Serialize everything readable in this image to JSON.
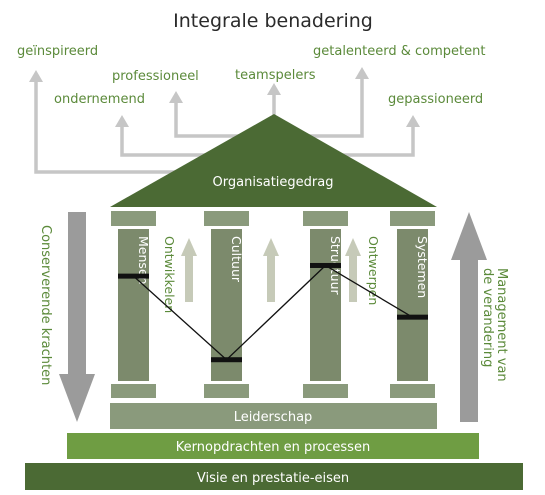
{
  "title": "Integrale benadering",
  "qualities": {
    "geinspireerd": "geïnspireerd",
    "professioneel": "professioneel",
    "ondernemend": "ondernemend",
    "teamspelers": "teamspelers",
    "getalenteerd": "getalenteerd & competent",
    "gepassioneerd": "gepassioneerd"
  },
  "roof_label": "Organisatiegedrag",
  "columns": [
    "Mensen",
    "Cultuur",
    "Structuur",
    "Systemen"
  ],
  "between_labels": {
    "ontwikkelen": "Ontwikkelen",
    "ontwerpen": "Ontwerpen"
  },
  "left_arrow_label": "Conserverende krachten",
  "right_arrow_label_1": "Management van",
  "right_arrow_label_2": "de verandering",
  "tiers": {
    "leiderschap": "Leiderschap",
    "kernopdrachten": "Kernopdrachten en processen",
    "visie": "Visie en prestatie-eisen"
  },
  "column_levels": [
    0.69,
    0.14,
    0.76,
    0.42
  ],
  "colors": {
    "dark_green": "#4b6a34",
    "mid_green": "#6f9d43",
    "column_green": "#7c8a6c",
    "cap_green": "#8a9a7c",
    "arrow_grey": "#c6c6c6",
    "big_arrow_grey": "#9b9b9b",
    "text_green": "#5b8a3a"
  }
}
